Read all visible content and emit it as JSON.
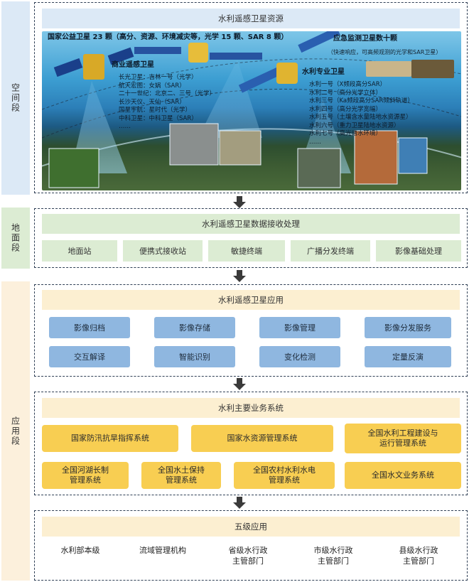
{
  "side_labels": {
    "space": "空间段",
    "ground": "地面段",
    "application": "应用段"
  },
  "space": {
    "title": "水利遥感卫星资源",
    "public_header": "国家公益卫星 23 颗（高分、资源、环境减灾等，光学 15 颗、SAR 8 颗）",
    "emergency_header": "应急监测卫星数十颗",
    "emergency_sub": "（快速响应，可高频观测的光学和SAR卫星）",
    "commercial_header": "商业遥感卫星",
    "commercial_items": [
      "长光卫星：吉林一号（光学）",
      "航天宏图：女娲（SAR）",
      "二十一世纪：北京二、三号（光学）",
      "长沙天仪、天仙（SAR）",
      "国星宇航：星时代（光学）",
      "中科卫星：中科卫星（SAR）",
      "……"
    ],
    "water_header": "水利专业卫星",
    "water_items": [
      "水利一号（X频段高分SAR）",
      "水利二号（高分光学立体）",
      "水利三号（Ka频段高分SAR倾斜轨道）",
      "水利四号（高分光学宽幅）",
      "水利五号（土壤含水量陆地水资源星）",
      "水利六号（重力卫星陆地水资源）",
      "水利七号（高光谱水环境）",
      "……"
    ]
  },
  "ground": {
    "title": "水利遥感卫星数据接收处理",
    "items": [
      "地面站",
      "便携式接收站",
      "敏捷终端",
      "广播分发终端",
      "影像基础处理"
    ]
  },
  "app1": {
    "title": "水利遥感卫星应用",
    "row1": [
      "影像归档",
      "影像存储",
      "影像管理",
      "影像分发服务"
    ],
    "row2": [
      "交互解译",
      "智能识别",
      "变化检测",
      "定量反演"
    ]
  },
  "app2": {
    "title": "水利主要业务系统",
    "row1": [
      "国家防汛抗旱指挥系统",
      "国家水资源管理系统",
      "全国水利工程建设与\n运行管理系统"
    ],
    "row2": [
      "全国河湖长制\n管理系统",
      "全国水土保持\n管理系统",
      "全国农村水利水电\n管理系统",
      "全国水文业务系统"
    ]
  },
  "app3": {
    "title": "五级应用",
    "levels": [
      "水利部本级",
      "流域管理机构",
      "省级水行政\n主管部门",
      "市级水行政\n主管部门",
      "县级水行政\n主管部门"
    ]
  },
  "colors": {
    "space_bg": "#dce9f6",
    "ground_bg": "#dcecd3",
    "app_bg": "#fcf0dc",
    "blue_box": "#8fb7e0",
    "yellow_box": "#f8ce52",
    "border": "#2f3f55"
  }
}
